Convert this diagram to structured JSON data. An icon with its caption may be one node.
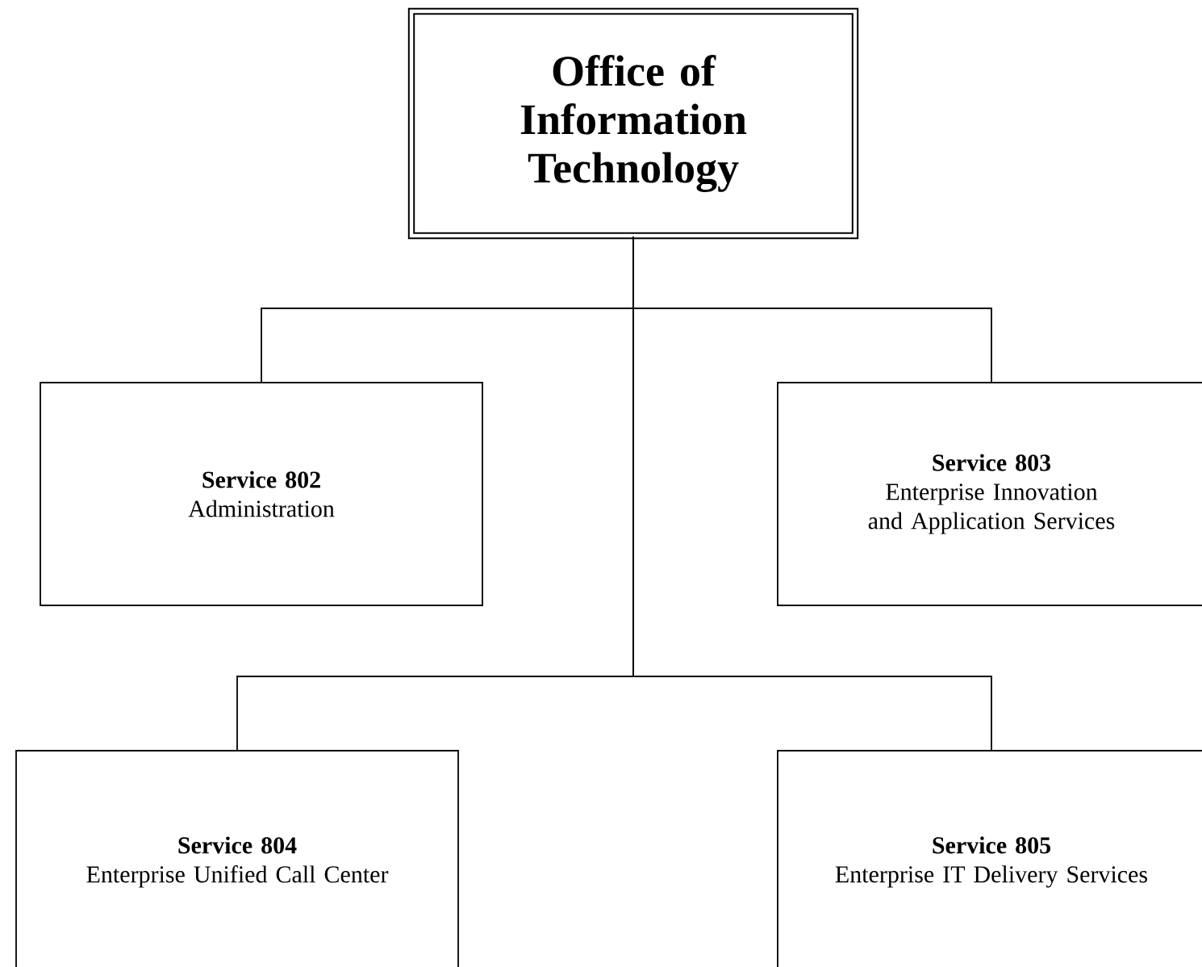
{
  "diagram": {
    "nodes": [
      {
        "text": [
          "Office of Information Technology"
        ]
      },
      {
        "text": [
          "Service 802",
          "Administration"
        ]
      },
      {
        "text": [
          "Service 803",
          "Enterprise Innovation and Application Services"
        ]
      },
      {
        "text": [
          "Service 804",
          "Enterprise Unified Call Center"
        ]
      },
      {
        "text": [
          "Service 805",
          "Enterprise IT Delivery Services"
        ]
      }
    ],
    "edges": [
      {
        "from": 0,
        "to": 1,
        "arrow": "none"
      },
      {
        "from": 0,
        "to": 2,
        "arrow": "none"
      },
      {
        "from": 0,
        "to": 3,
        "arrow": "none"
      },
      {
        "from": 0,
        "to": 4,
        "arrow": "none"
      }
    ]
  }
}
